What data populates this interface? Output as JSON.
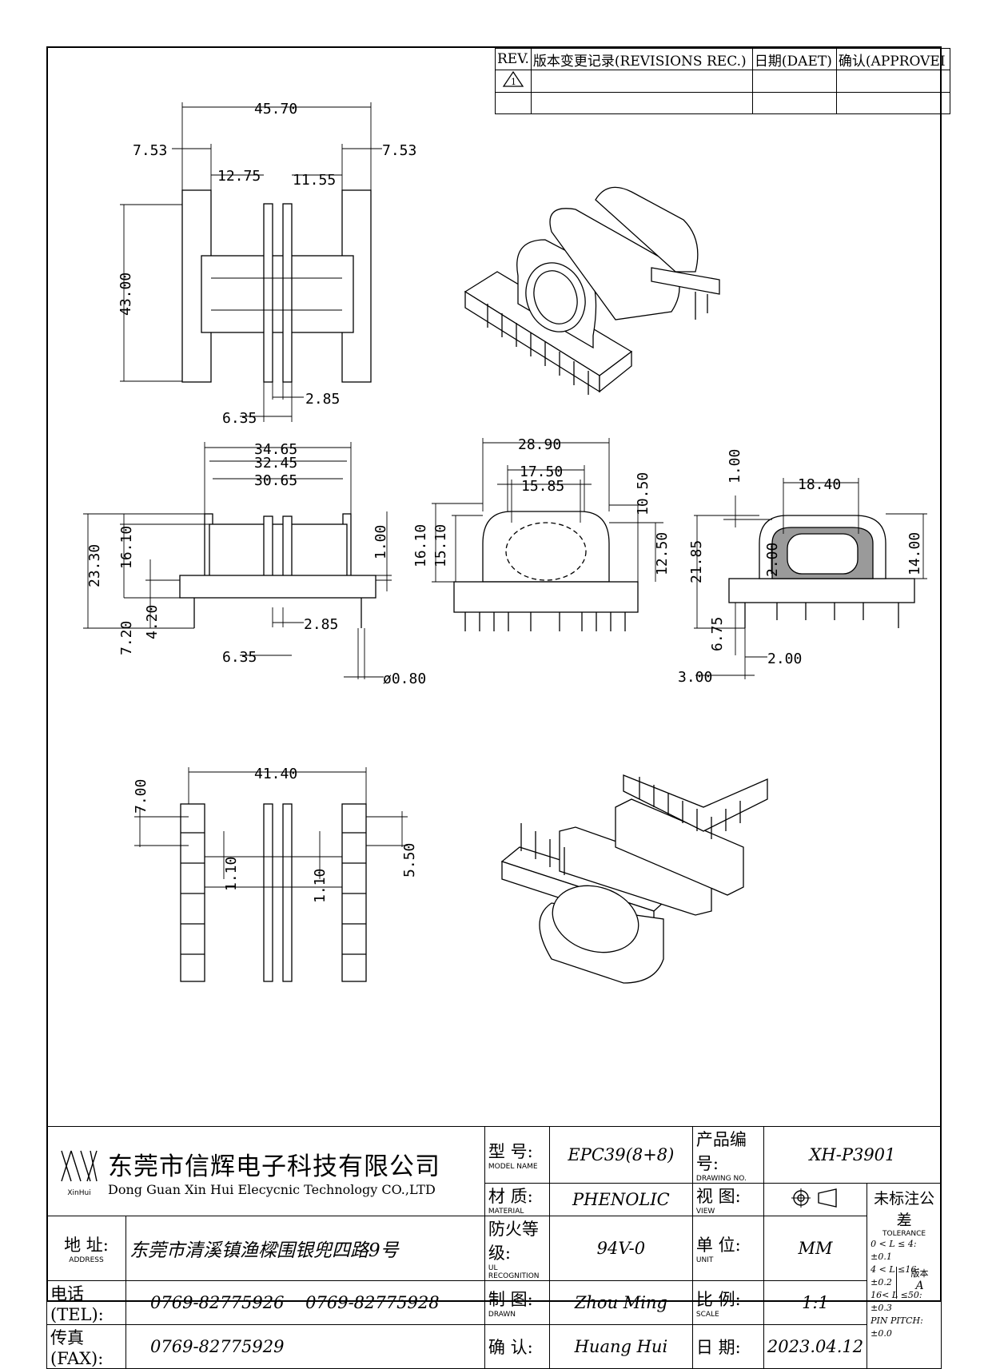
{
  "revision_table": {
    "headers": [
      "REV.",
      "版本变更记录(REVISIONS REC.)",
      "日期(DAET)",
      "确认(APPROVEI"
    ],
    "rev_symbol": "1"
  },
  "dimensions": {
    "top_view": [
      "45.70",
      "7.53",
      "7.53",
      "12.75",
      "11.55",
      "43.00",
      "2.85",
      "6.35"
    ],
    "front_view": [
      "34.65",
      "32.45",
      "30.65",
      "23.30",
      "16.10",
      "1.00",
      "7.20",
      "4.20",
      "2.85",
      "6.35",
      "ø0.80"
    ],
    "side_view": [
      "28.90",
      "17.50",
      "15.85",
      "10.50",
      "16.10",
      "15.10",
      "12.50"
    ],
    "end_view": [
      "1.00",
      "18.40",
      "21.85",
      "2.00",
      "14.00",
      "6.75",
      "2.00",
      "3.00"
    ],
    "bottom_view": [
      "41.40",
      "7.00",
      "1.10",
      "1.10",
      "5.50"
    ]
  },
  "title_block": {
    "company_cn": "东莞市信辉电子科技有限公司",
    "company_en": "Dong Guan Xin Hui Elecycnic Technology CO.,LTD",
    "logo_text": "XinHui",
    "address_label": "地  址:",
    "address_label_en": "ADDRESS",
    "address": "东莞市清溪镇渔樑围银兜四路9号",
    "tel_label": "电话(TEL):",
    "tel": "0769-82775926    0769-82775928",
    "fax_label": "传真(FAX):",
    "fax": "0769-82775929",
    "model_label": "型  号:",
    "model_label_en": "MODEL NAME",
    "model": "EPC39(8+8)",
    "material_label": "材  质:",
    "material_label_en": "MATERIAL",
    "material": "PHENOLIC",
    "ul_label": "防火等级:",
    "ul_label_en": "UL RECOGNITION",
    "ul": "94V-0",
    "drawn_label": "制  图:",
    "drawn_label_en": "DRAWN",
    "drawn": "Zhou Ming",
    "approved_label": "确  认:",
    "approved": "Huang Hui",
    "drawing_no_label": "产品编号:",
    "drawing_no_label_en": "DRAWING NO.",
    "drawing_no": "XH-P3901",
    "view_label": "视  图:",
    "view_label_en": "VIEW",
    "unit_label": "单  位:",
    "unit_label_en": "UNIT",
    "unit": "MM",
    "scale_label": "比  例:",
    "scale_label_en": "SCALE",
    "scale": "1:1",
    "date_label": "日  期:",
    "date": "2023.04.12",
    "tolerance_label": "未标注公差",
    "tolerance_label_en": "TOLERANCE",
    "tolerances": [
      "0 < L ≤ 4:   ±0.1",
      "4 < L ≤16:   ±0.2",
      "16< L ≤50:   ±0.3",
      "PIN PITCH:   ±0.0"
    ],
    "version_label": "版本",
    "version": "A"
  }
}
